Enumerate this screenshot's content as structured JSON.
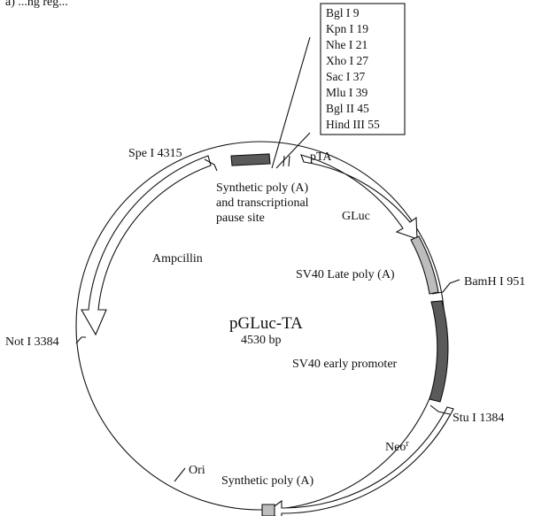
{
  "caption_top": "a) ...ng reg...",
  "plasmid": {
    "name": "pGLuc-TA",
    "size": "4530 bp"
  },
  "mcs_sites": [
    "Bgl I 9",
    "Kpn I 19",
    "Nhe I 21",
    "Xho I 27",
    "Sac I 37",
    "Mlu I 39",
    "Bgl II 45",
    "Hind III 55"
  ],
  "restriction_sites": {
    "spe": "Spe I 4315",
    "bamh": "BamH I 951",
    "not": "Not I 3384",
    "stu": "Stu I 1384"
  },
  "features": {
    "synthetic_pause_line1": "Synthetic poly (A)",
    "synthetic_pause_line2": "and transcriptional",
    "synthetic_pause_line3": "pause site",
    "pta": "pTA",
    "gluc": "GLuc",
    "sv40_late": "SV40 Late poly (A)",
    "sv40_early": "SV40 early promoter",
    "neo": "Neo",
    "neo_superscript": "r",
    "synthetic_polya": "Synthetic poly (A)",
    "ori": "Ori",
    "ampcillin": "Ampcillin"
  },
  "colors": {
    "dark_segment": "#5a5a5a",
    "light_segment": "#bdbdbd",
    "outline": "#111111",
    "background": "#ffffff"
  }
}
